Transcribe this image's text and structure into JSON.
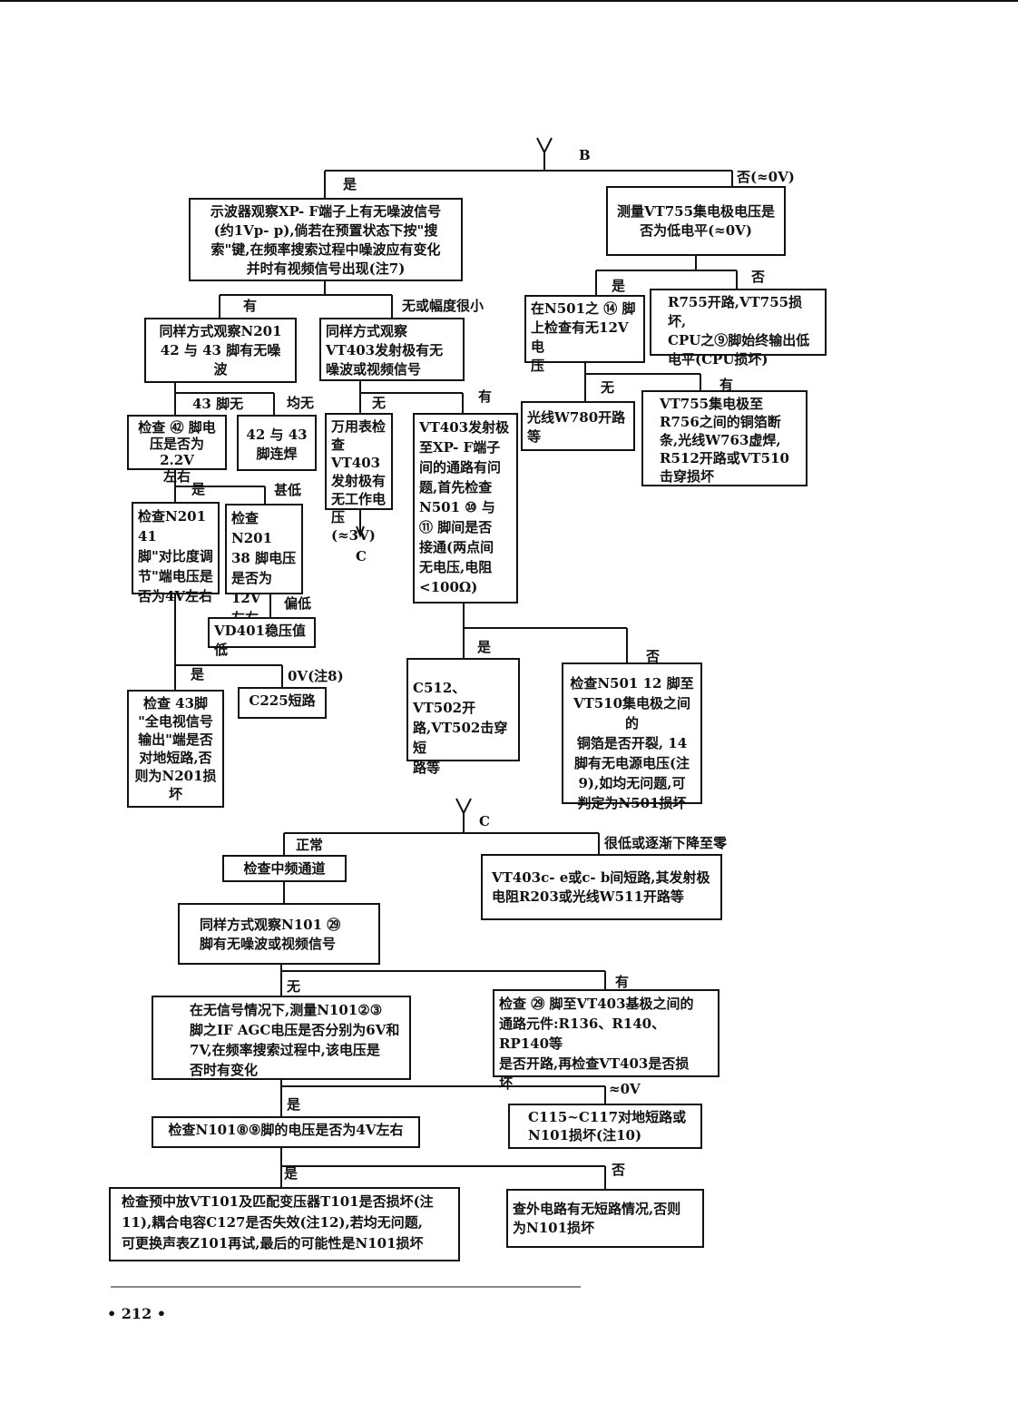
{
  "page_number": "• 212 •",
  "markers": {
    "b": "B",
    "c_top": "C",
    "c_to": "C"
  },
  "labels": {
    "yes_top": "是",
    "no_top": "否(≈0V)",
    "have_1": "有",
    "none_or_small": "无或幅度很小",
    "yes_r1": "是",
    "no_r1": "否",
    "no_r2": "无",
    "have_r2": "有",
    "pin43_none": "43 脚无",
    "both_none": "均无",
    "none_2": "无",
    "have_2": "有",
    "yes_2": "是",
    "very_low": "甚低",
    "low": "偏低",
    "yes_3": "是",
    "zero_v_note8": "0V(注8)",
    "yes_4": "是",
    "no_4": "否",
    "normal": "正常",
    "very_low_drop": "很低或逐渐下降至零",
    "none_c": "无",
    "have_c": "有",
    "approx_zero": "≈0V",
    "yes_c": "是",
    "yes_c2": "是",
    "no_c2": "否"
  },
  "boxes": {
    "scope_xpf": "示波器观察XP- F端子上有无噪波信号\n(约1Vp- p),倘若在预置状态下按\"搜\n索\"键,在频率搜索过程中噪波应有变化\n并时有视频信号出现(注7)",
    "measure_vt755": "测量VT755集电极电压是\n否为低电平(≈0V)",
    "n501_pin14": "在N501之 ⑭ 脚\n上检查有无12V电\n压",
    "r755_open": "R755开路,VT755损坏,\nCPU之⑨脚始终输出低\n电平(CPU损坏)",
    "w780_open": "光线W780开路\n等",
    "vt755_collector": "VT755集电极至\nR756之间的铜箔断\n条,光线W763虚焊,\nR512开路或VT510\n击穿损坏",
    "n201_42_43": "同样方式观察N201\n42 与 43 脚有无噪\n波",
    "vt403_emitter": "同样方式观察\nVT403发射极有无\n噪波或视频信号",
    "check_pin42": "检查 ㊷ 脚电\n压是否为2.2V\n左右",
    "pins_42_43_bridge": "42 与 43\n脚连焊",
    "multimeter_vt403": "万用表检\n查VT403\n发射极有\n无工作电\n压(≈3V)",
    "vt403_path": "VT403发射极\n至XP- F端子\n间的通路有问\n题,首先检查\nN501 ⑩ 与\n⑪ 脚间是否\n接通(两点间\n无电压,电阻\n<100Ω)",
    "n201_pin41": "检查N201 41\n脚\"对比度调\n节\"端电压是\n否为4V左右",
    "n201_pin38": "检查N201\n38 脚电压\n是否为12V\n左右",
    "vd401": "VD401稳压值低",
    "pin43_short": "检查 43脚\n\"全电视信号\n输出\"端是否\n对地短路,否\n则为N201损\n坏",
    "c225": "C225短路",
    "c512": "C512、VT502开\n路,VT502击穿短\n路等",
    "n501_pin12": "检查N501 12 脚至\nVT510集电极之间的\n铜箔是否开裂, 14\n脚有无电源电压(注\n9),如均无问题,可\n判定为N501损坏",
    "if_channel": "检查中频通道",
    "vt403_ce_short": "VT403c- e或c- b间短路,其发射极\n电阻R203或光线W511开路等",
    "n101_pin29": "同样方式观察N101 ㉙\n脚有无噪波或视频信号",
    "n101_agc": "在无信号情况下,测量N101②③\n脚之IF AGC电压是否分别为6V和\n7V,在频率搜索过程中,该电压是\n否时有变化",
    "pin29_vt403": "检查 ㉙ 脚至VT403基极之间的\n通路元件:R136、R140、RP140等\n是否开路,再检查VT403是否损\n坏",
    "n101_pin89": "检查N101⑧⑨脚的电压是否为4V左右",
    "c115_c117": "C115~C117对地短路或\nN101损坏(注10)",
    "vt101_t101": "检查预中放VT101及匹配变压器T101是否损坏(注\n11),耦合电容C127是否失效(注12),若均无问题,\n可更换声表Z101再试,最后的可能性是N101损坏",
    "external_short": "查外电路有无短路情况,否则\n为N101损坏"
  }
}
